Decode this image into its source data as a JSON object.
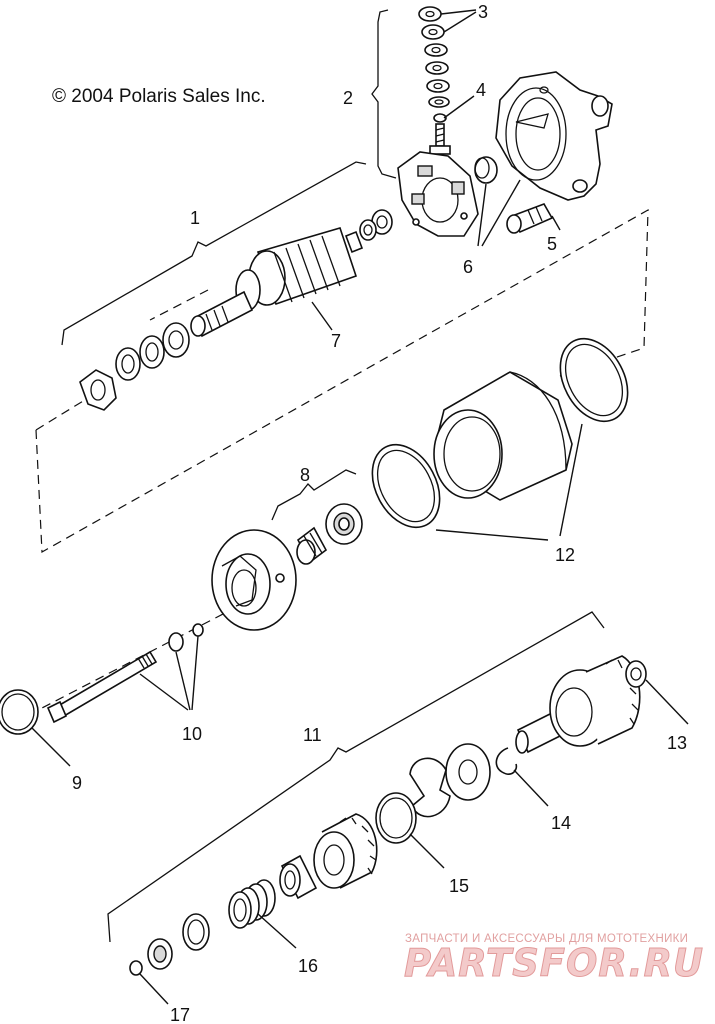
{
  "diagram": {
    "copyright": "© 2004 Polaris Sales Inc.",
    "callouts": [
      "1",
      "2",
      "3",
      "4",
      "5",
      "6",
      "7",
      "8",
      "9",
      "10",
      "11",
      "12",
      "13",
      "14",
      "15",
      "16",
      "17"
    ]
  },
  "watermark": {
    "tagline": "ЗАПЧАСТИ И АКСЕССУАРЫ ДЛЯ МОТОТЕХНИКИ",
    "logo": "PARTSFOR.RU"
  }
}
